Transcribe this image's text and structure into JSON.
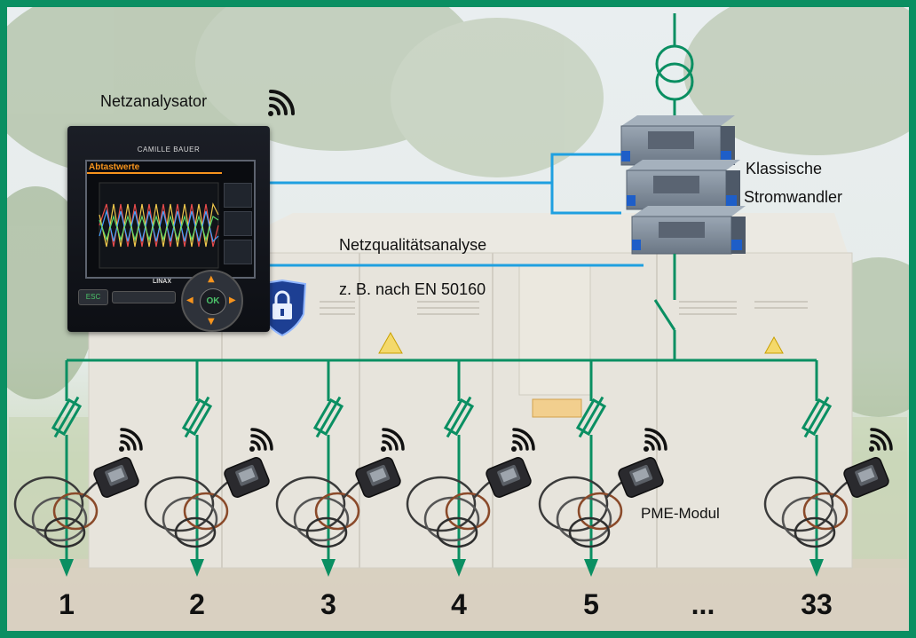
{
  "labels": {
    "analyzer": "Netzanalysator",
    "transformers_line1": "Klassische",
    "transformers_line2": "Stromwandler",
    "analysis": "Netzqualitätsanalyse",
    "standard": "z. B. nach EN 50160",
    "module": "PME-Modul"
  },
  "device": {
    "brand": "CAMILLE BAUER",
    "screen_title": "Abtastwerte",
    "esc": "ESC",
    "ok": "OK",
    "linax": "LINAX"
  },
  "feeders": [
    "1",
    "2",
    "3",
    "4",
    "5",
    "...",
    "33"
  ],
  "colors": {
    "frame": "#0a8f62",
    "network_line": "#0a8f62",
    "signal_line": "#1fa0e0",
    "label_text": "#111111"
  },
  "icons": {
    "wifi": "wifi-icon",
    "fuse": "fuse-icon",
    "lock": "lock-shield-icon",
    "transformer": "transformer-icon",
    "switch": "switch-icon"
  }
}
